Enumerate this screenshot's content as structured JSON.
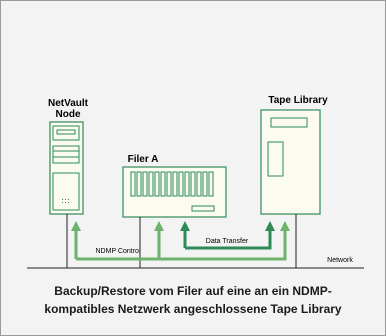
{
  "colors": {
    "device_fill": "#fbfbf2",
    "device_stroke": "#2e8b57",
    "arrow": "#6db26d",
    "line": "#222222"
  },
  "nodes": {
    "netvault_line1": "NetVault",
    "netvault_line2": "Node",
    "filer": "Filer A",
    "tape_library": "Tape Library"
  },
  "connections": {
    "ndmp_control": "NDMP Control",
    "data_transfer": "Data Transfer",
    "network": "Network"
  },
  "caption": {
    "line1": "Backup/Restore vom Filer auf eine an ein NDMP-",
    "line2": "kompatibles Netzwerk angeschlossene Tape Library"
  }
}
